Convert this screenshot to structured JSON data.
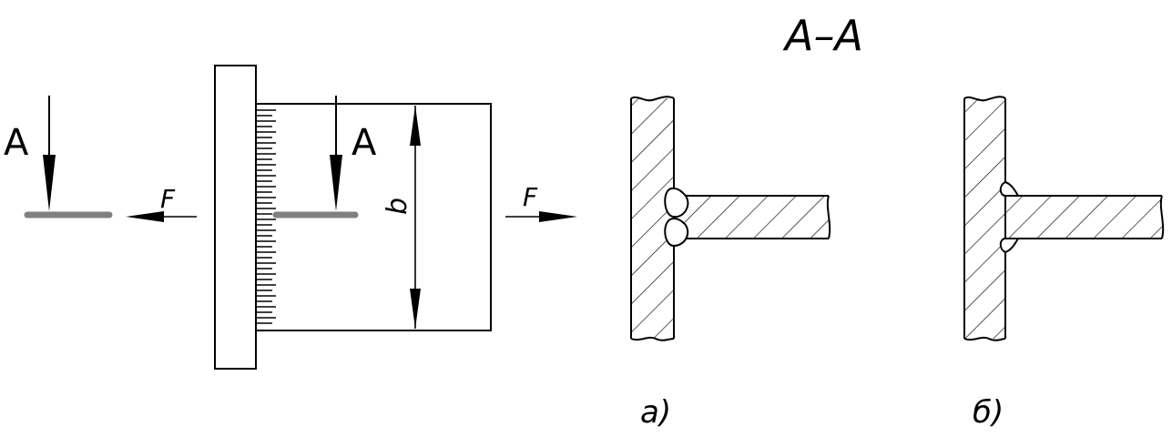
{
  "section_title": "A–A",
  "cut_label_left": "A",
  "cut_label_right": "A",
  "force_left": "F",
  "force_right": "F",
  "dimension_label": "b",
  "variant_a_label": "а)",
  "variant_b_label": "б)",
  "colors": {
    "line": "#000000",
    "plate_edge": "#808080",
    "background": "#ffffff"
  }
}
